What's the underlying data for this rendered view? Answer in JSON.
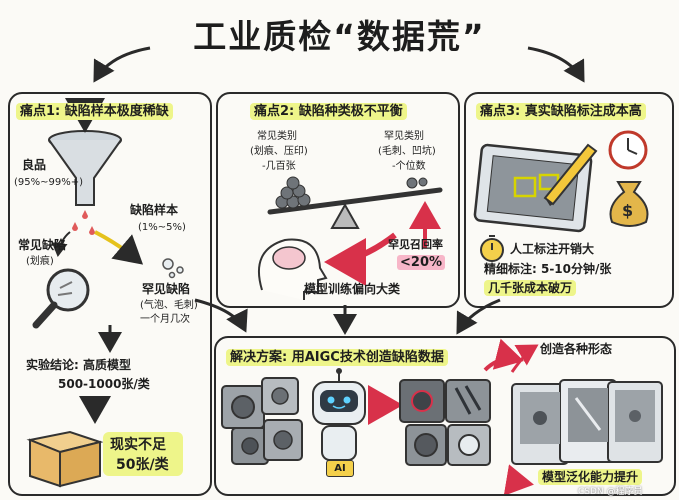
{
  "title": "工业质检“数据荒”",
  "panel1": {
    "heading": "痛点1: 缺陷样本极度稀缺",
    "good_label": "良品",
    "good_pct": "(95%~99%+)",
    "defect_label": "缺陷样本",
    "defect_pct": "(1%~5%)",
    "common_label": "常见缺陷",
    "common_sub": "(划痕)",
    "rare_label": "罕见缺陷",
    "rare_sub": "(气泡、毛刺)",
    "rare_freq": "一个月几次",
    "conclusion_line1": "实验结论: 高质模型",
    "conclusion_line2": "500-1000张/类",
    "reality_line1": "现实不足",
    "reality_line2": "50张/类"
  },
  "panel2": {
    "heading": "痛点2: 缺陷种类极不平衡",
    "common_title": "常见类别",
    "common_sub": "(划痕、压印)",
    "common_count": "-几百张",
    "rare_title": "罕见类别",
    "rare_sub": "(毛刺、凹坑)",
    "rare_count": "-个位数",
    "recall_label": "罕见召回率",
    "recall_value": "<20%",
    "bias_label": "模型训练偏向大类"
  },
  "panel3": {
    "heading": "痛点3: 真实缺陷标注成本高",
    "cost_title": "人工标注开销大",
    "fine_label": "精细标注: 5-10分钟/张",
    "thousands_label": "几千张成本破万"
  },
  "solution": {
    "heading": "解决方案: 用AIGC技术创造缺陷数据",
    "create_label": "创造各种形态",
    "generalize_label": "模型泛化能力提升",
    "ai_badge": "AI",
    "watermark": "CSDN @程序员"
  },
  "colors": {
    "highlight": "#eef58a",
    "pink": "#f7b6c8",
    "red_arrow": "#d8314a",
    "outline": "#2a2a2a"
  }
}
